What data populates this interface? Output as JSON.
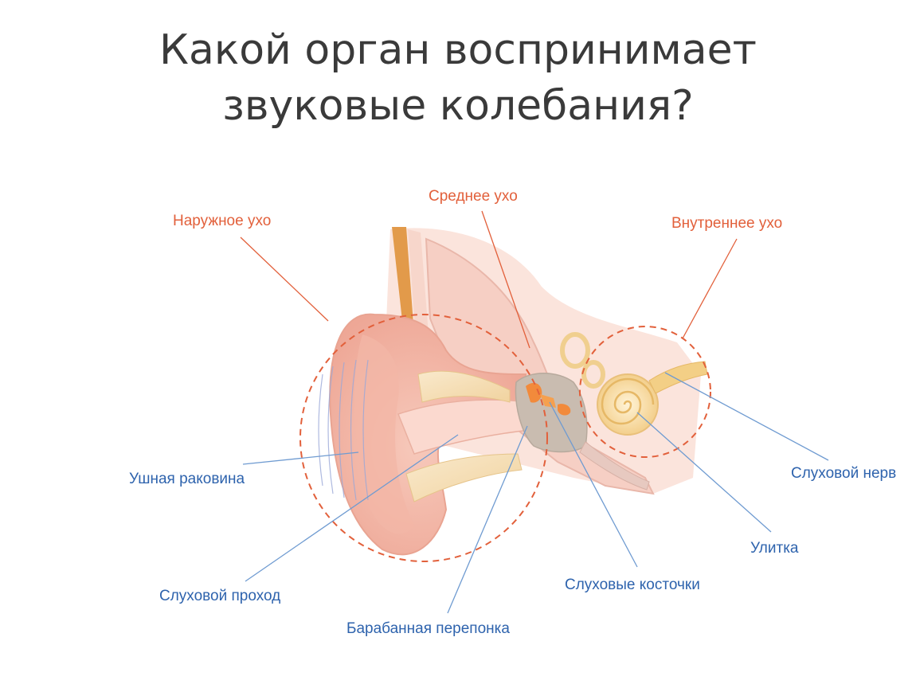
{
  "title": {
    "line1": "Какой орган воспринимает",
    "line2": "звуковые колебания?"
  },
  "colors": {
    "region_label": "#e2603b",
    "part_label": "#2e63ad",
    "title": "#3a3a3a"
  },
  "region_labels": {
    "outer_ear": "Наружное ухо",
    "middle_ear": "Среднее ухо",
    "inner_ear": "Внутреннее ухо"
  },
  "part_labels": {
    "auricle": "Ушная раковина",
    "ear_canal": "Слуховой проход",
    "eardrum": "Барабанная перепонка",
    "ossicles": "Слуховые косточки",
    "cochlea": "Улитка",
    "auditory_nerve": "Слуховой нерв"
  }
}
